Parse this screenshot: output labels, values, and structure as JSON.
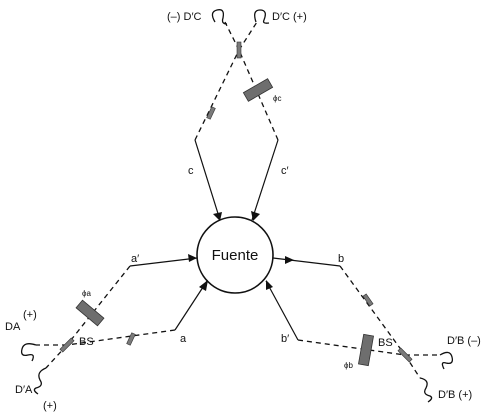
{
  "source": {
    "label": "Fuente"
  },
  "paths": {
    "a": "a",
    "a_prime": "a′",
    "b": "b",
    "b_prime": "b′",
    "c": "c",
    "c_prime": "c′"
  },
  "beam_splitters": {
    "A": "BS",
    "B": "BS"
  },
  "phases": {
    "a": "ϕa",
    "b": "ϕb",
    "c": "ϕc"
  },
  "detectors": {
    "C_minus": "(–) D′C",
    "C_plus": "D′C (+)",
    "A_top_sign": "(+)",
    "A_top": "DA",
    "A_bottom": "D′A",
    "A_bottom_sign": "(+)",
    "B_right": "D′B (–)",
    "B_bottom": "D′B (+)"
  }
}
